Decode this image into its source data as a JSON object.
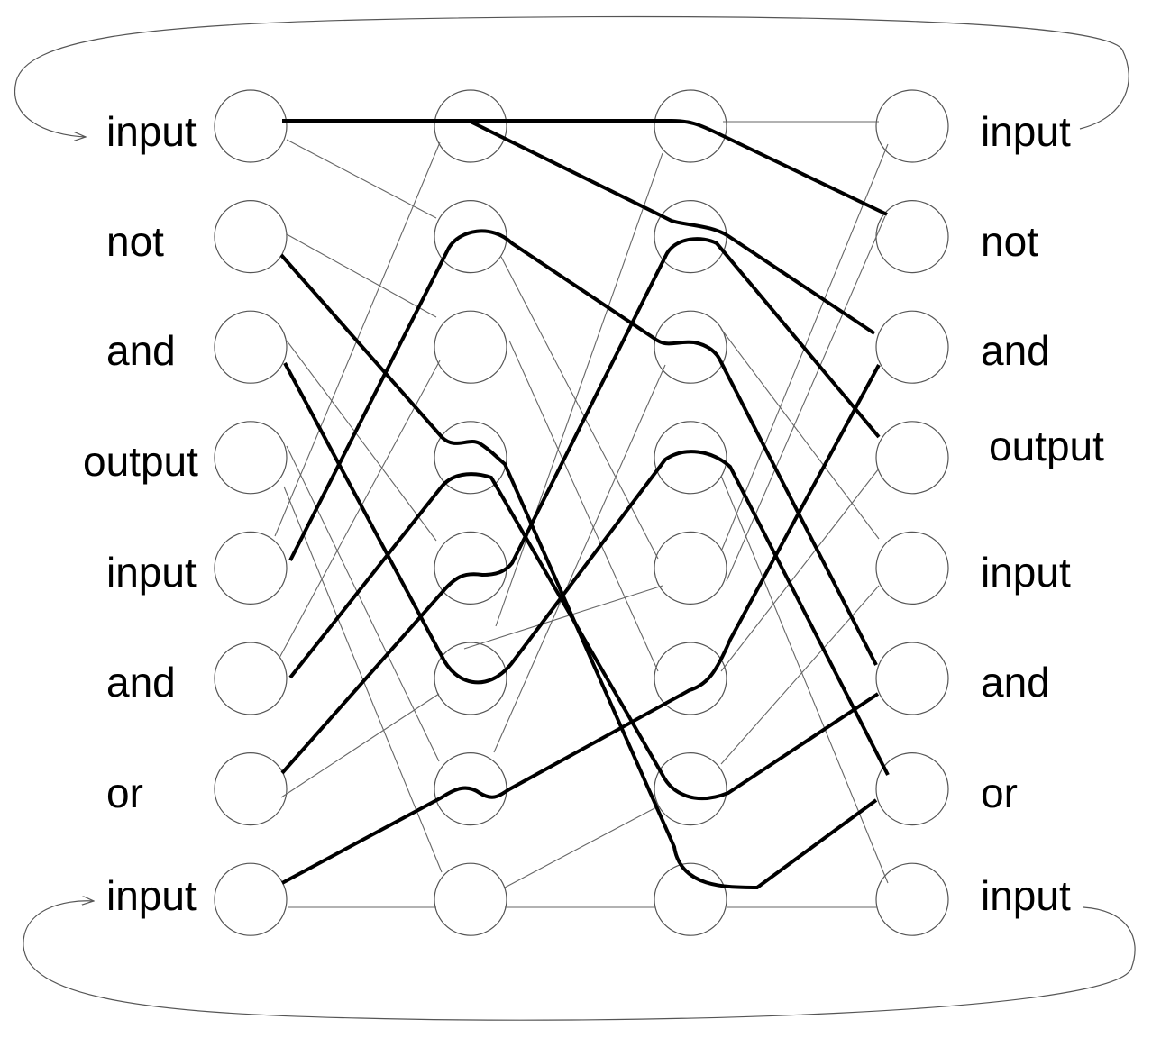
{
  "diagram": {
    "left_labels": [
      "input",
      "not",
      "and",
      "output",
      "input",
      "and",
      "or",
      "input"
    ],
    "right_labels": [
      "input",
      "not",
      "and",
      "output",
      "input",
      "and",
      "or",
      "input"
    ]
  }
}
